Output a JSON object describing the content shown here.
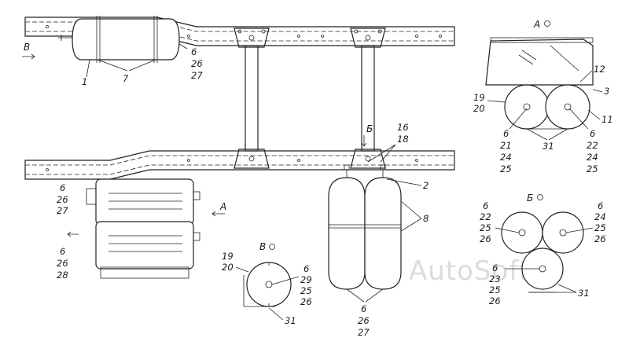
{
  "watermark": "AutoSoft",
  "views": {
    "a": "А",
    "b": "Б",
    "v": "В"
  },
  "callouts": {
    "top_tank_bottom": "1",
    "top_tank_straps": "7",
    "top_tank_right": [
      "6",
      "26",
      "27"
    ],
    "left_arrow_v": "В",
    "center_b_marker": "Б",
    "center_16": "16",
    "center_18": "18",
    "center_2": "2",
    "center_8": "8",
    "center_bottom": [
      "6",
      "26",
      "27"
    ],
    "left_battery_top": [
      "6",
      "26",
      "27"
    ],
    "left_battery_bottom": [
      "6",
      "26",
      "28"
    ],
    "left_arrow_a": "А",
    "view_v_left": [
      "19",
      "20"
    ],
    "view_v_right": [
      "6",
      "29",
      "25",
      "26"
    ],
    "view_v_bottom": "31",
    "view_a_12": "12",
    "view_a_3": "3",
    "view_a_11": "11",
    "view_a_left": [
      "19",
      "20"
    ],
    "view_a_tank1": [
      "6",
      "21",
      "24",
      "25"
    ],
    "view_a_tank2": [
      "6",
      "22",
      "24",
      "25"
    ],
    "view_a_31": "31",
    "view_b_tl": [
      "6",
      "22",
      "25",
      "26"
    ],
    "view_b_tr": [
      "6",
      "24",
      "25",
      "26"
    ],
    "view_b_bottom": [
      "6",
      "23",
      "25",
      "26"
    ],
    "view_b_31": "31"
  }
}
